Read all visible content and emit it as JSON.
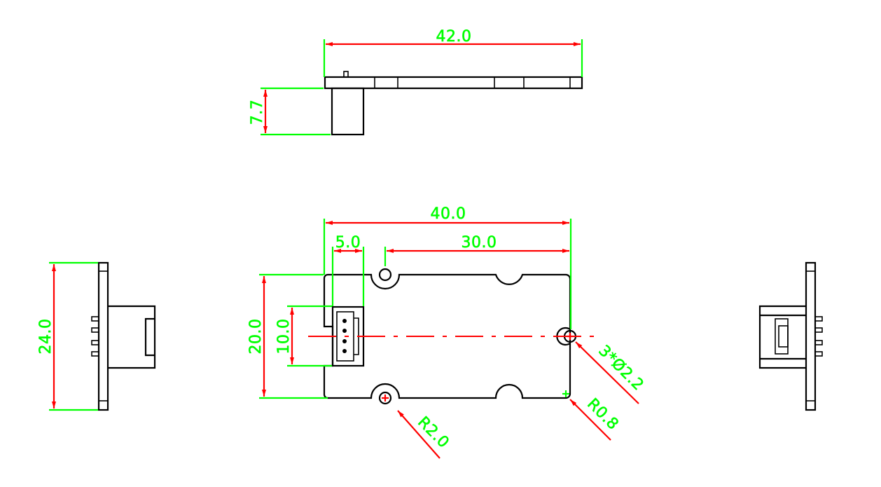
{
  "colors": {
    "dimension_line": "#ff0000",
    "extension_line": "#00ff00",
    "outline": "#000000",
    "background": "#ffffff"
  },
  "top_view": {
    "length": "42.0",
    "height": "7.7"
  },
  "side_view_left": {
    "height": "24.0"
  },
  "front_view": {
    "width": "40.0",
    "edge_offset": "5.0",
    "hole_spacing": "30.0",
    "board_height": "20.0",
    "connector_height": "10.0",
    "hole_spec": "3*Ø2.2",
    "corner_radius": "R0.8",
    "notch_radius": "R2.0"
  }
}
